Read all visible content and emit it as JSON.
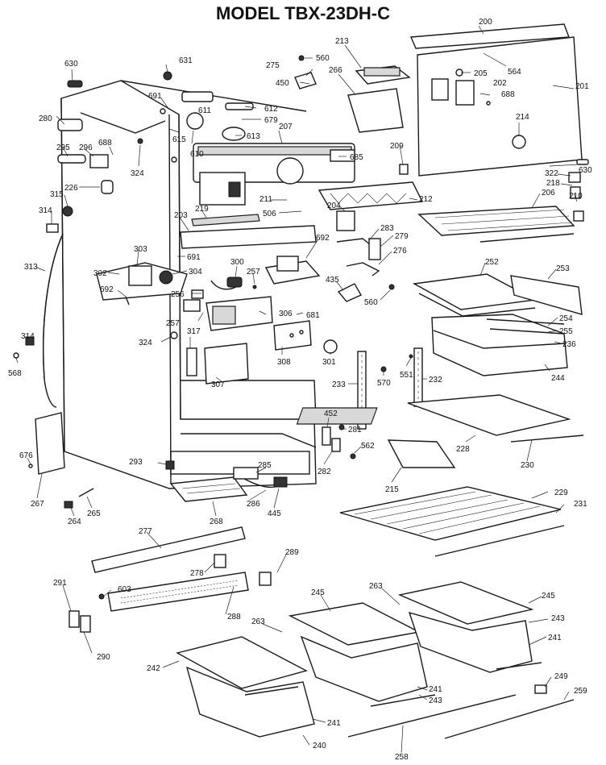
{
  "title": "MODEL TBX-23DH-C",
  "labels": [
    "200",
    "213",
    "560",
    "564",
    "631",
    "275",
    "266",
    "205",
    "202",
    "201",
    "630",
    "688",
    "450",
    "691",
    "611",
    "612",
    "679",
    "214",
    "280",
    "688",
    "615",
    "613",
    "207",
    "209",
    "685",
    "322",
    "630",
    "295",
    "296",
    "610",
    "218",
    "324",
    "206",
    "210",
    "226",
    "211",
    "212",
    "315",
    "314",
    "219",
    "506",
    "204",
    "203",
    "283",
    "279",
    "303",
    "692",
    "276",
    "313",
    "691",
    "300",
    "257",
    "252",
    "253",
    "302",
    "304",
    "692",
    "256",
    "435",
    "560",
    "306",
    "681",
    "257",
    "254",
    "255",
    "314",
    "317",
    "308",
    "236",
    "324",
    "301",
    "568",
    "551",
    "244",
    "570",
    "307",
    "232",
    "233",
    "452",
    "281",
    "562",
    "228",
    "676",
    "293",
    "285",
    "230",
    "282",
    "215",
    "229",
    "267",
    "286",
    "231",
    "265",
    "264",
    "445",
    "268",
    "277",
    "289",
    "278",
    "291",
    "603",
    "263",
    "245",
    "245",
    "288",
    "263",
    "243",
    "241",
    "290",
    "242",
    "241",
    "243",
    "249",
    "259",
    "241",
    "240",
    "258"
  ]
}
